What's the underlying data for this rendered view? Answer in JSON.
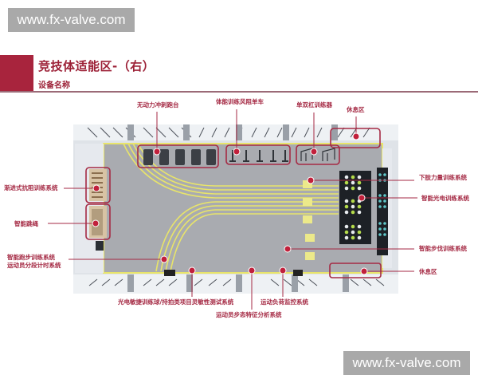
{
  "watermarks": {
    "top": "www.fx-valve.com",
    "bottom": "www.fx-valve.com"
  },
  "header": {
    "title": "竞技体适能区-（右）",
    "subtitle": "设备名称",
    "accent_color": "#a8243d"
  },
  "floor_plan": {
    "colors": {
      "floor": "#a9abb0",
      "track": "#e8e46a",
      "wall": "#dfe3e8",
      "marker": "#c1203b",
      "outline": "#a52a44"
    },
    "labels": {
      "top": [
        {
          "id": "sprint-platform",
          "text": "无动力冲刺跑台"
        },
        {
          "id": "wind-bike",
          "text": "体能训练风阻单车"
        },
        {
          "id": "bar-trainer",
          "text": "单双杠训练器"
        },
        {
          "id": "rest-area-top",
          "text": "休息区"
        }
      ],
      "left": [
        {
          "id": "resistance-system",
          "text": "渐进式抗阻训练系统"
        },
        {
          "id": "smart-rope",
          "text": "智能跳绳"
        },
        {
          "id": "running-system",
          "text": "智能跑步训练系统"
        },
        {
          "id": "split-timing",
          "text": "运动员分段计时系统"
        }
      ],
      "right": [
        {
          "id": "lower-limb",
          "text": "下肢力量训练系统"
        },
        {
          "id": "photoelectric",
          "text": "智能光电训练系统"
        },
        {
          "id": "footwork",
          "text": "智能步伐训练系统"
        },
        {
          "id": "rest-area-bottom",
          "text": "休息区"
        }
      ],
      "bottom": [
        {
          "id": "agility-test",
          "text": "光电敏捷训练球/持拍类项目灵敏性测试系统"
        },
        {
          "id": "load-monitor",
          "text": "运动负荷监控系统"
        },
        {
          "id": "gait-analysis",
          "text": "运动员步态特征分析系统"
        }
      ]
    }
  }
}
